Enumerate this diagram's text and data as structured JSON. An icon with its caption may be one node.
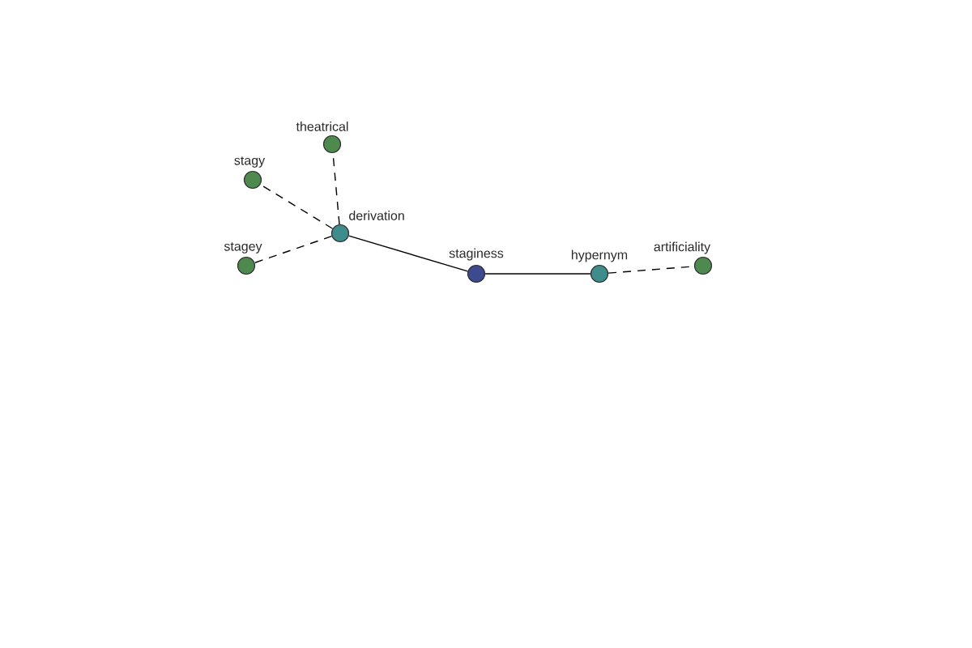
{
  "diagram": {
    "nodes": [
      {
        "text": [
          "theatrical"
        ]
      },
      {
        "text": [
          "stagy"
        ]
      },
      {
        "text": [
          "derivation"
        ]
      },
      {
        "text": [
          "stagey"
        ]
      },
      {
        "text": [
          "staginess"
        ]
      },
      {
        "text": [
          "hypernym"
        ]
      },
      {
        "text": [
          "artificiality"
        ]
      }
    ],
    "edges": [
      {
        "from": 2,
        "to": 1,
        "arrow": "none",
        "style": "dashed"
      },
      {
        "from": 2,
        "to": 0,
        "arrow": "none",
        "style": "dashed"
      },
      {
        "from": 2,
        "to": 3,
        "arrow": "none",
        "style": "dashed"
      },
      {
        "from": 4,
        "to": 2,
        "arrow": "none"
      },
      {
        "from": 4,
        "to": 5,
        "arrow": "none"
      },
      {
        "from": 5,
        "to": 6,
        "arrow": "none",
        "style": "dashed"
      }
    ]
  }
}
